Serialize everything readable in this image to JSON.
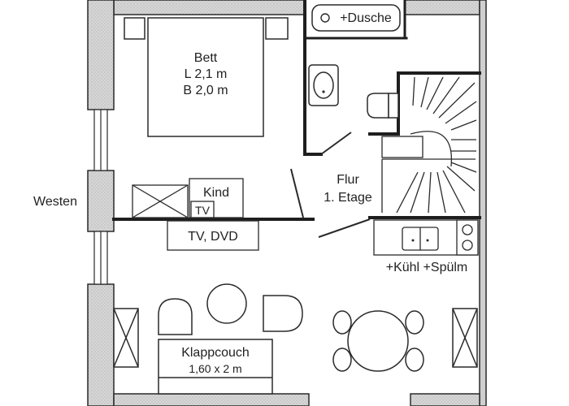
{
  "labels": {
    "compass": "Westen",
    "shower": "+Dusche",
    "bed_title": "Bett",
    "bed_length": "L 2,1 m",
    "bed_width": "B 2,0 m",
    "child": "Kind",
    "tv_small": "TV",
    "tv_dvd": "TV, DVD",
    "hall": "Flur",
    "floor": "1. Etage",
    "kitchen": "+Kühl +Spülm",
    "couch": "Klappcouch",
    "couch_size": "1,60 x 2 m"
  },
  "colors": {
    "wall": "#d9d9d9",
    "line": "#2a2a2a",
    "text": "#222222"
  }
}
